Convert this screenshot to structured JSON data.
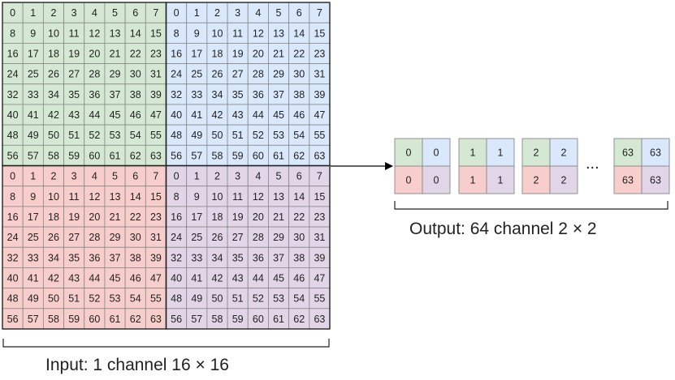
{
  "input": {
    "caption": "Input: 1 channel 16 × 16",
    "grid_size": 16,
    "quadrant_size": 8,
    "quadrants": [
      {
        "name": "top-left",
        "fill": "#d5e8d4"
      },
      {
        "name": "top-right",
        "fill": "#dae8fc"
      },
      {
        "name": "bottom-left",
        "fill": "#f8cecc"
      },
      {
        "name": "bottom-right",
        "fill": "#e1d5e7"
      }
    ]
  },
  "output": {
    "caption": "Output: 64 channel 2 × 2",
    "ellipsis": "...",
    "channels": [
      "0",
      "1",
      "2",
      "63"
    ],
    "cell_colors": [
      "#d5e8d4",
      "#dae8fc",
      "#f8cecc",
      "#e1d5e7"
    ]
  },
  "colors": {
    "cell_stroke": "#888888",
    "quadrant_stroke": "#222222",
    "text": "#222222",
    "arrow": "#000000"
  }
}
